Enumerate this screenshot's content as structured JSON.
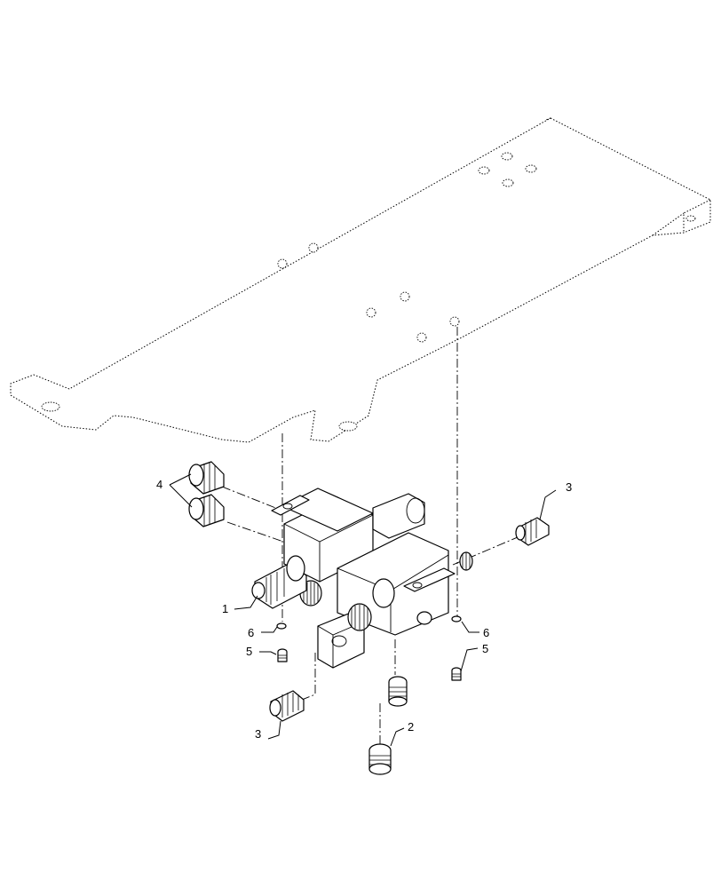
{
  "callouts": {
    "c1": "1",
    "c2": "2",
    "c3_right": "3",
    "c3_left": "3",
    "c4": "4",
    "c5_left": "5",
    "c5_right": "5",
    "c6_left": "6",
    "c6_right": "6"
  },
  "parts": [
    {
      "callout": "1",
      "kind": "valve-cartridge"
    },
    {
      "callout": "2",
      "kind": "fitting"
    },
    {
      "callout": "3",
      "kind": "fitting"
    },
    {
      "callout": "4",
      "kind": "fitting"
    },
    {
      "callout": "5",
      "kind": "bolt"
    },
    {
      "callout": "6",
      "kind": "washer"
    }
  ]
}
